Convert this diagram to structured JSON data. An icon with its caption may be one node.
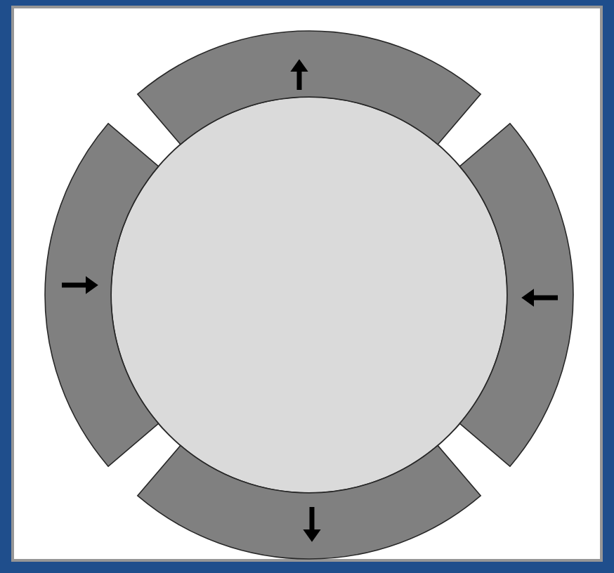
{
  "diagram": {
    "nodes": [
      {
        "text": [],
        "shape": "circle"
      },
      {
        "text": [],
        "shape": "arc"
      },
      {
        "text": [],
        "shape": "arc"
      },
      {
        "text": [],
        "shape": "arc"
      },
      {
        "text": [],
        "shape": "arc"
      }
    ]
  }
}
